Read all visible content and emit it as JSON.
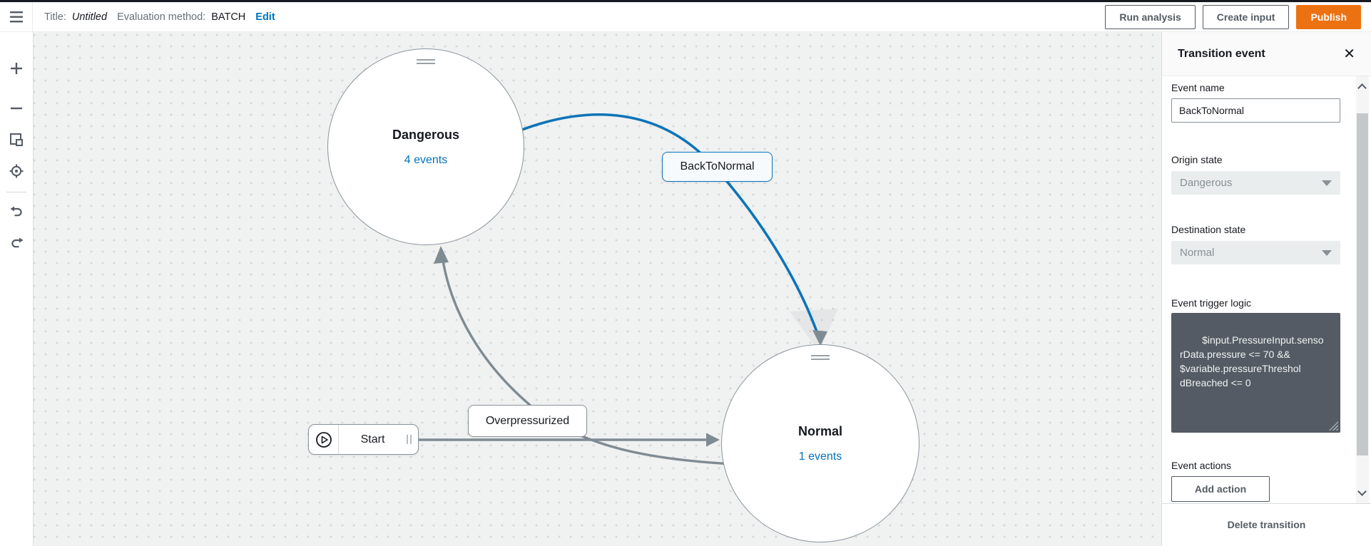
{
  "topbar": {
    "title_label": "Title:",
    "title_value": "Untitled",
    "eval_label": "Evaluation method:",
    "eval_value": "BATCH",
    "edit_link": "Edit",
    "run_button": "Run analysis",
    "create_button": "Create input",
    "publish_button": "Publish"
  },
  "toolbar": {
    "icons": [
      "zoom-in",
      "zoom-out",
      "fit-view",
      "center-view",
      "undo",
      "redo"
    ]
  },
  "canvas": {
    "states": [
      {
        "name": "Dangerous",
        "events_label": "4 events"
      },
      {
        "name": "Normal",
        "events_label": "1 events"
      }
    ],
    "start_label": "Start",
    "transitions": [
      {
        "label": "BackToNormal",
        "selected": true
      },
      {
        "label": "Overpressurized",
        "selected": false
      }
    ]
  },
  "panel": {
    "title": "Transition event",
    "close_icon": "✕",
    "event_name": {
      "label": "Event name",
      "value": "BackToNormal"
    },
    "origin_state": {
      "label": "Origin state",
      "value": "Dangerous"
    },
    "destination_state": {
      "label": "Destination state",
      "value": "Normal"
    },
    "trigger": {
      "label": "Event trigger logic",
      "code": "$input.PressureInput.senso\nrData.pressure <= 70 &&\n$variable.pressureThreshol\ndBreached <= 0"
    },
    "event_actions": {
      "label": "Event actions",
      "add_button": "Add action"
    },
    "delete_label": "Delete transition"
  },
  "colors": {
    "accent_blue": "#0073bb",
    "selected_edge_blue": "#0d74b8",
    "publish_orange": "#ec7211",
    "edge_gray": "#7f8b92",
    "code_bg": "#545b64"
  }
}
